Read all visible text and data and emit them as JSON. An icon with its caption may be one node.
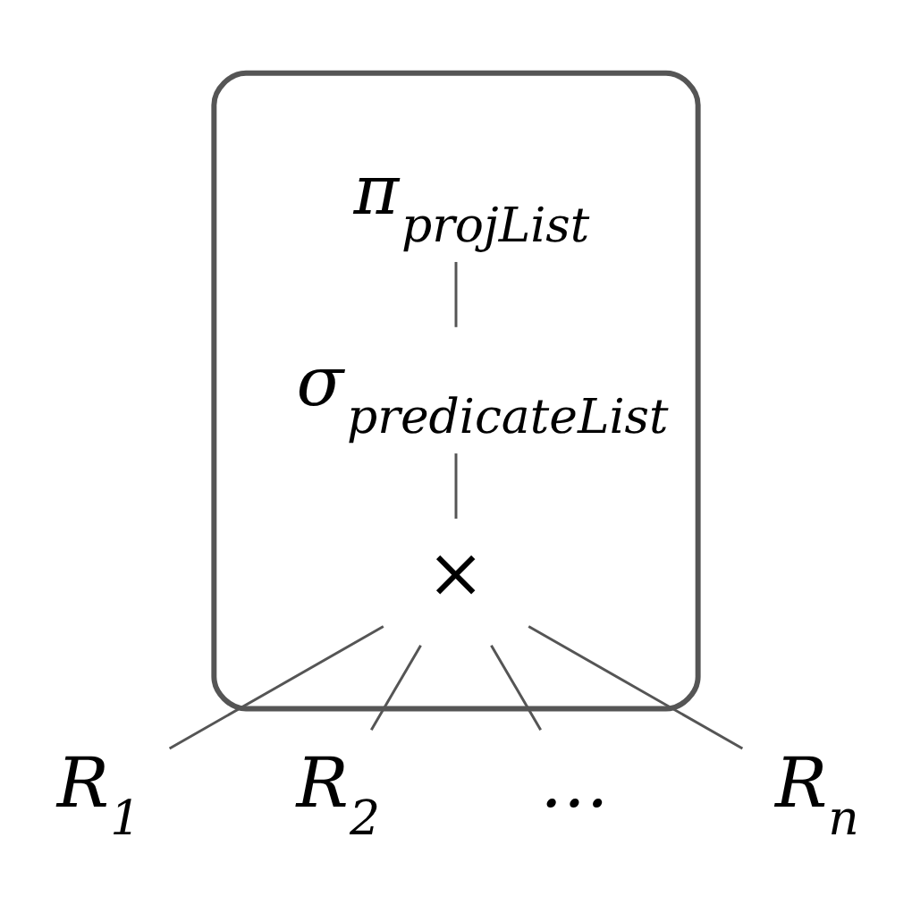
{
  "diagram": {
    "nodes": [
      {
        "text": [],
        "shape": "box"
      },
      {
        "text": [
          "π$_{projList}$"
        ],
        "in": 0
      },
      {
        "text": [
          "σ$_{predicateList}$"
        ],
        "in": 0
      },
      {
        "text": [
          "×"
        ],
        "in": 0
      },
      {
        "text": [
          "R$_{1}$"
        ]
      },
      {
        "text": [
          "R$_{2}$"
        ]
      },
      {
        "text": [
          "…"
        ]
      },
      {
        "text": [
          "R$_{n}$"
        ]
      }
    ],
    "edges": [
      {
        "from": 1,
        "to": 2,
        "arrow": "none"
      },
      {
        "from": 2,
        "to": 3,
        "arrow": "none"
      },
      {
        "from": 3,
        "to": 4,
        "arrow": "none"
      },
      {
        "from": 3,
        "to": 5,
        "arrow": "none"
      },
      {
        "from": 3,
        "to": 6,
        "arrow": "none"
      },
      {
        "from": 3,
        "to": 7,
        "arrow": "none"
      }
    ]
  }
}
